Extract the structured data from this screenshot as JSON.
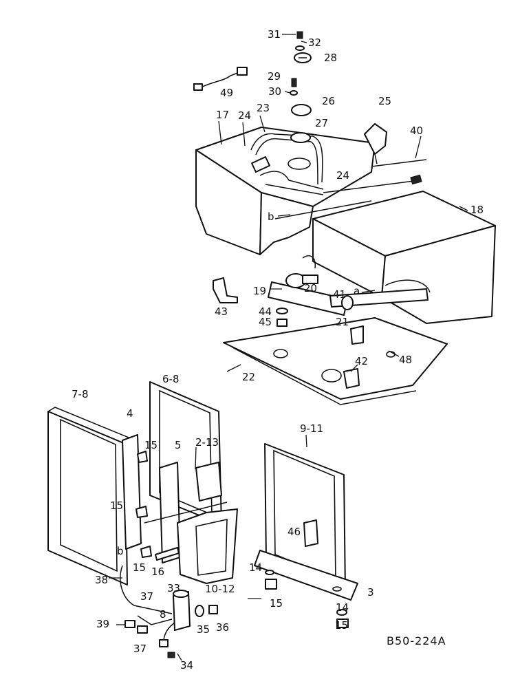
{
  "figure_code": "B50-224A",
  "callouts": [
    "31",
    "32",
    "28",
    "29",
    "30",
    "26",
    "49",
    "25",
    "17",
    "23",
    "24",
    "27",
    "40",
    "24",
    "18",
    "b",
    "20",
    "19",
    "43",
    "44",
    "45",
    "a",
    "41",
    "21",
    "22",
    "42",
    "48",
    "6-8",
    "7-8",
    "4",
    "15",
    "5",
    "2-13",
    "9-11",
    "15",
    "46",
    "b",
    "15",
    "16",
    "10-12",
    "14",
    "15",
    "3",
    "38",
    "33",
    "37",
    "39",
    "8",
    "35",
    "36",
    "37",
    "34",
    "14",
    "15"
  ]
}
